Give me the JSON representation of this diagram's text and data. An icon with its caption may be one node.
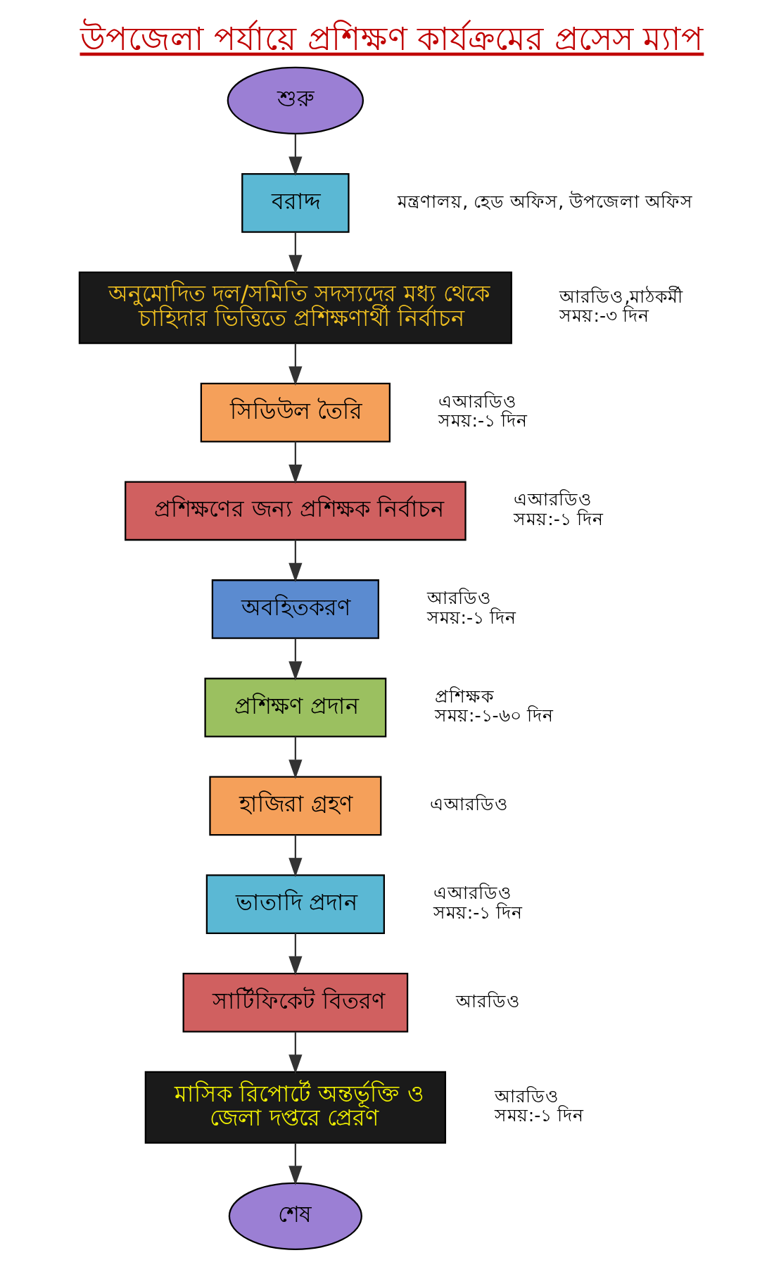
{
  "diagram": {
    "title": "উপজেলা পর্যায়ে প্রশিক্ষণ কার্যক্রমের প্রসেস ম্যাপ",
    "nodes": [
      {
        "text": [
          "শুরু"
        ]
      },
      {
        "text": [
          "বরাদ্দ"
        ],
        "beside": [
          "মন্ত্রণালয়, হেড অফিস, উপজেলা অফিস"
        ]
      },
      {
        "text": [
          "অনুমোদিত দল/সমিতি সদস্যদের মধ্য থেকে চাহিদার ভিত্তিতে প্রশিক্ষণার্থী নির্বাচন"
        ],
        "beside": [
          "আরডিও,মাঠকর্মী",
          "সময়:-৩ দিন"
        ]
      },
      {
        "text": [
          "সিডিউল তৈরি"
        ],
        "beside": [
          "এআরডিও",
          "সময়:-১ দিন"
        ]
      },
      {
        "text": [
          "প্রশিক্ষণের জন্য প্রশিক্ষক নির্বাচন"
        ],
        "beside": [
          "এআরডিও",
          "সময়:-১ দিন"
        ]
      },
      {
        "text": [
          "অবহিতকরণ"
        ],
        "beside": [
          "আরডিও",
          "সময়:-১ দিন"
        ]
      },
      {
        "text": [
          "প্রশিক্ষণ প্রদান"
        ],
        "beside": [
          "প্রশিক্ষক",
          "সময়:-১-৬০ দিন"
        ]
      },
      {
        "text": [
          "হাজিরা গ্রহণ"
        ],
        "beside": [
          "এআরডিও"
        ]
      },
      {
        "text": [
          "ভাতাদি প্রদান"
        ],
        "beside": [
          "এআরডিও",
          "সময়:-১ দিন"
        ]
      },
      {
        "text": [
          "সার্টিফিকেট বিতরণ"
        ],
        "beside": [
          "আরডিও"
        ]
      },
      {
        "text": [
          "মাসিক রিপোর্টে অন্তর্ভূক্তি ও জেলা দপ্তরে প্রেরণ"
        ],
        "beside": [
          "আরডিও",
          "সময়:-১ দিন"
        ]
      },
      {
        "text": [
          "শেষ"
        ]
      }
    ],
    "edges": [
      {
        "from": 0,
        "to": 1,
        "arrow": "to"
      },
      {
        "from": 1,
        "to": 2,
        "arrow": "to"
      },
      {
        "from": 2,
        "to": 3,
        "arrow": "to"
      },
      {
        "from": 3,
        "to": 4,
        "arrow": "to"
      },
      {
        "from": 4,
        "to": 5,
        "arrow": "to"
      },
      {
        "from": 5,
        "to": 6,
        "arrow": "to"
      },
      {
        "from": 6,
        "to": 7,
        "arrow": "to"
      },
      {
        "from": 7,
        "to": 8,
        "arrow": "to"
      },
      {
        "from": 8,
        "to": 9,
        "arrow": "to"
      },
      {
        "from": 9,
        "to": 10,
        "arrow": "to"
      },
      {
        "from": 10,
        "to": 11,
        "arrow": "to"
      }
    ]
  }
}
